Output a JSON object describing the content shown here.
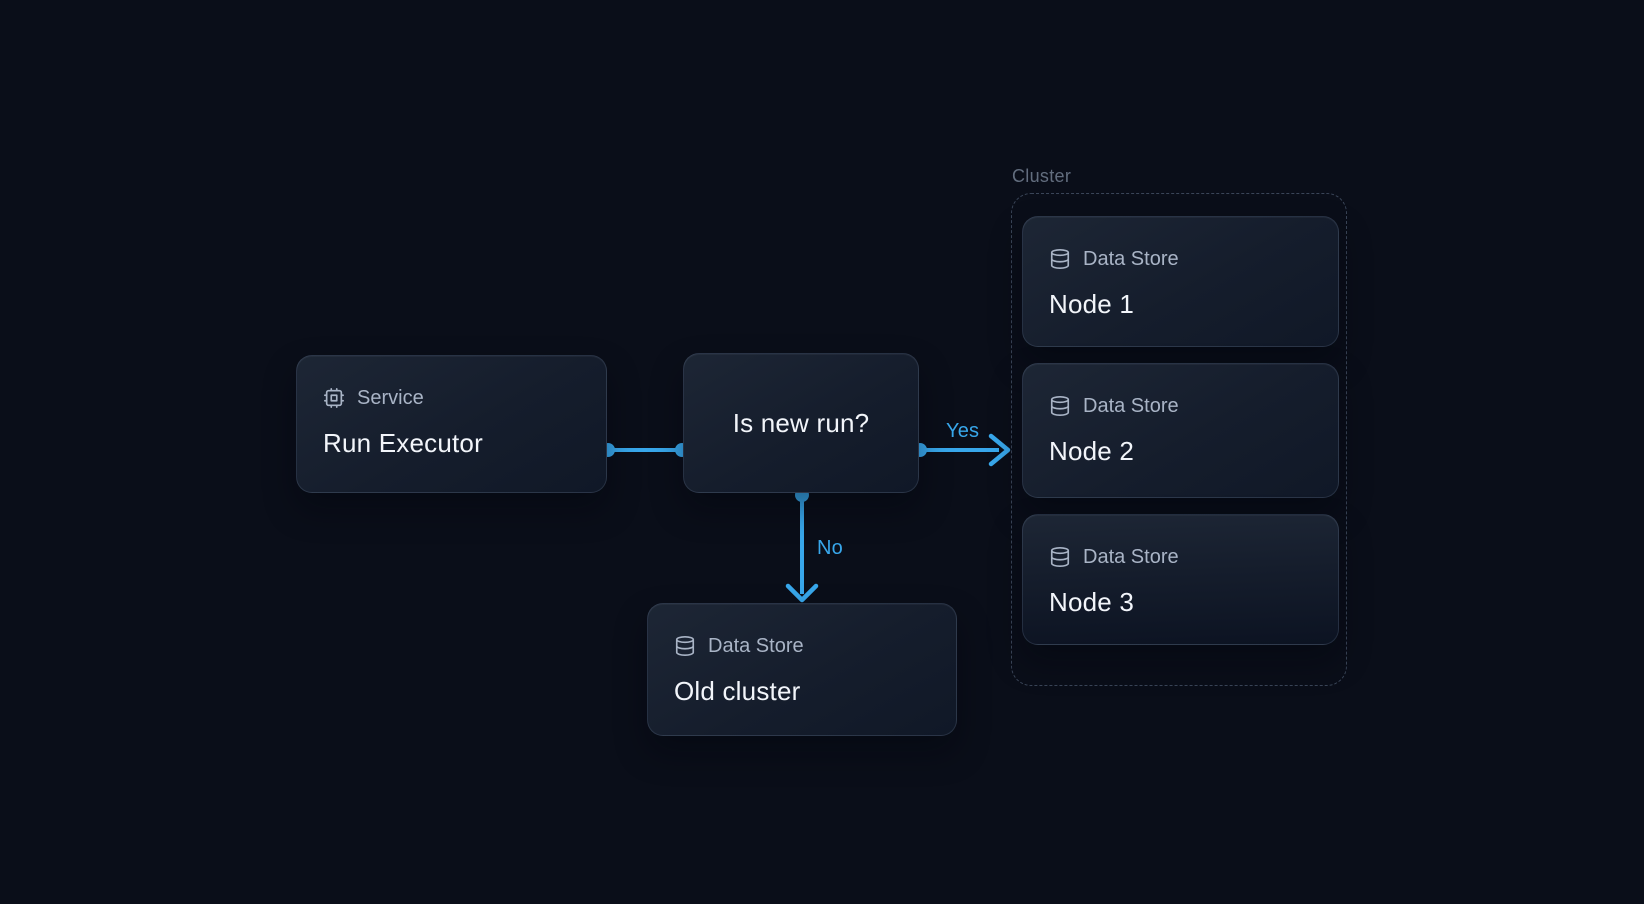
{
  "diagram": {
    "colors": {
      "background": "#0a0e19",
      "accent": "#38a7eb",
      "card_top": "#1d2635",
      "card_bottom": "#101827",
      "card_border": "#8da2c02e",
      "text_primary": "#f2f5fa",
      "text_secondary": "#a9b4c6",
      "muted_label": "#626d7e",
      "group_border": "#3a4558"
    },
    "group": {
      "label": "Cluster"
    },
    "nodes": [
      {
        "id": "run-executor",
        "icon": "cpu-icon",
        "type_label": "Service",
        "title": "Run Executor"
      },
      {
        "id": "is-new-run",
        "title": "Is new run?"
      },
      {
        "id": "old-cluster",
        "icon": "database-icon",
        "type_label": "Data Store",
        "title": "Old cluster"
      },
      {
        "id": "node-1",
        "icon": "database-icon",
        "type_label": "Data Store",
        "title": "Node 1"
      },
      {
        "id": "node-2",
        "icon": "database-icon",
        "type_label": "Data Store",
        "title": "Node 2"
      },
      {
        "id": "node-3",
        "icon": "database-icon",
        "type_label": "Data Store",
        "title": "Node 3"
      }
    ],
    "edges": [
      {
        "from": "run-executor",
        "to": "is-new-run",
        "label": ""
      },
      {
        "from": "is-new-run",
        "to": "cluster",
        "label": "Yes"
      },
      {
        "from": "is-new-run",
        "to": "old-cluster",
        "label": "No"
      }
    ]
  }
}
